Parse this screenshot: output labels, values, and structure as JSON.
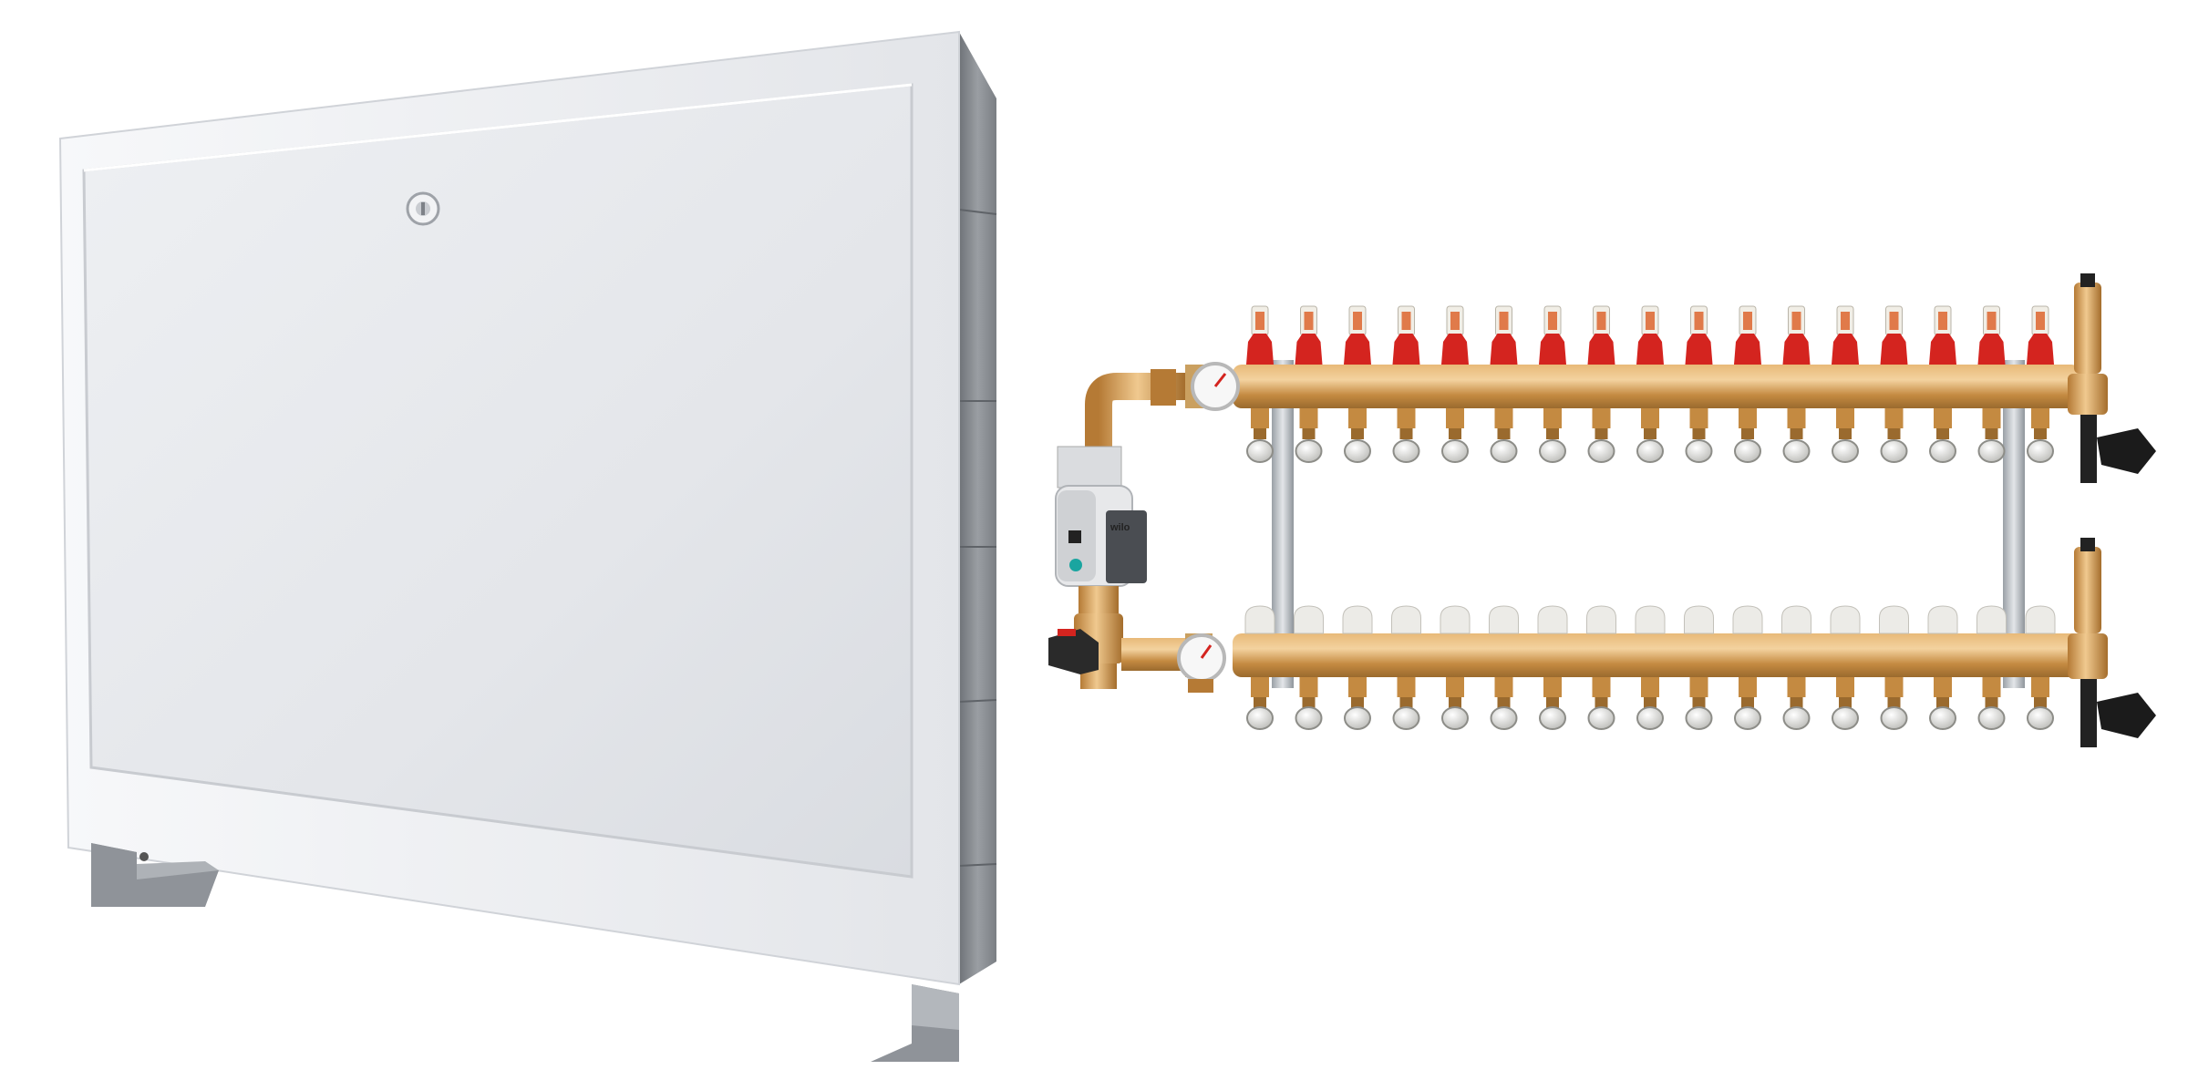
{
  "scene": {
    "background": "#ffffff",
    "subjects": [
      {
        "name": "cabinet",
        "colors": {
          "door": "#e6e8ec",
          "frame": "#f4f5f7",
          "side": "#8c8f94",
          "legs": "#a9adb2"
        }
      },
      {
        "name": "manifold",
        "outlets_per_bar": 17,
        "colors": {
          "brass": "#c9914a",
          "flowmeter": "#d4241f",
          "valve_cap": "#e9e9e6",
          "pump": "#d7d9dc",
          "actuator": "#2a2a2a"
        }
      }
    ]
  },
  "logos": {
    "pump_brand": "wilo"
  }
}
